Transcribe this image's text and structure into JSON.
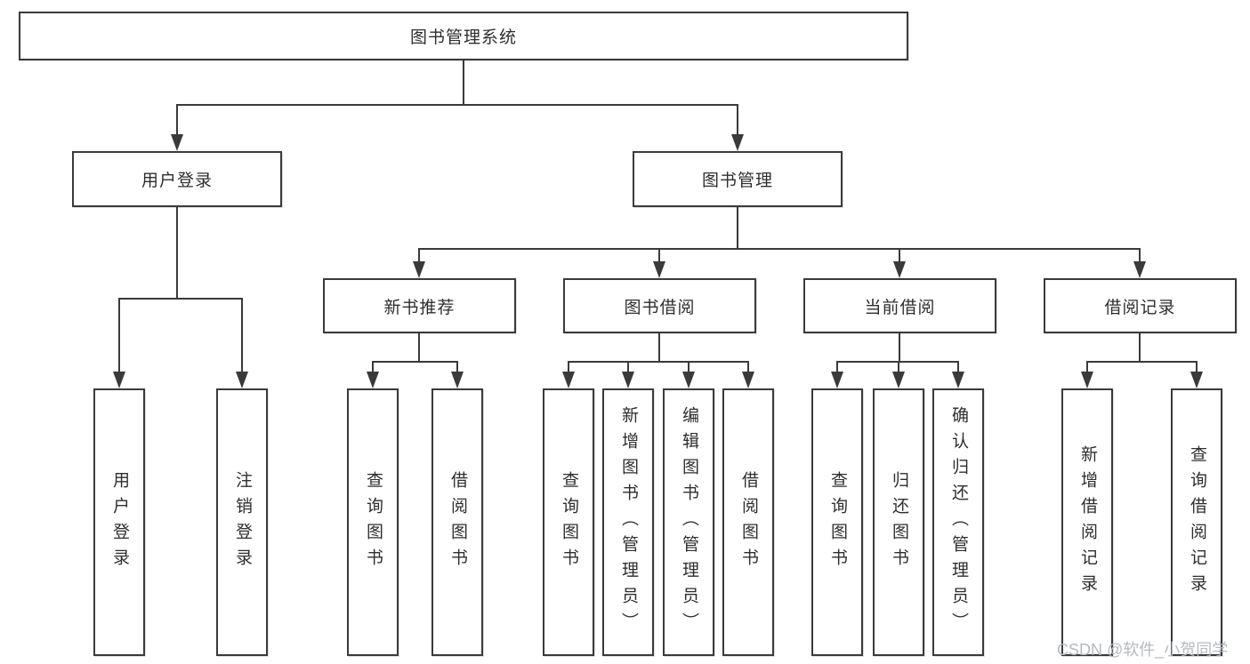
{
  "tree": {
    "root": {
      "label": "图书管理系统"
    },
    "branches": [
      {
        "label": "用户登录",
        "children": [
          {
            "label": "用户登录"
          },
          {
            "label": "注销登录"
          }
        ]
      },
      {
        "label": "图书管理",
        "children": [
          {
            "label": "新书推荐",
            "children": [
              {
                "label": "查询图书"
              },
              {
                "label": "借阅图书"
              }
            ]
          },
          {
            "label": "图书借阅",
            "children": [
              {
                "label": "查询图书"
              },
              {
                "label": "新增图书（管理员）"
              },
              {
                "label": "编辑图书（管理员）"
              },
              {
                "label": "借阅图书"
              }
            ]
          },
          {
            "label": "当前借阅",
            "children": [
              {
                "label": "查询图书"
              },
              {
                "label": "归还图书"
              },
              {
                "label": "确认归还（管理员）"
              }
            ]
          },
          {
            "label": "借阅记录",
            "children": [
              {
                "label": "新增借阅记录"
              },
              {
                "label": "查询借阅记录"
              }
            ]
          }
        ]
      }
    ]
  },
  "watermark": {
    "text": "CSDN @软件_小贺同学"
  },
  "colors": {
    "line": "#3a3a3a",
    "text": "#2e2e2e",
    "watermark": "#b5b9c0",
    "background": "#ffffff"
  }
}
